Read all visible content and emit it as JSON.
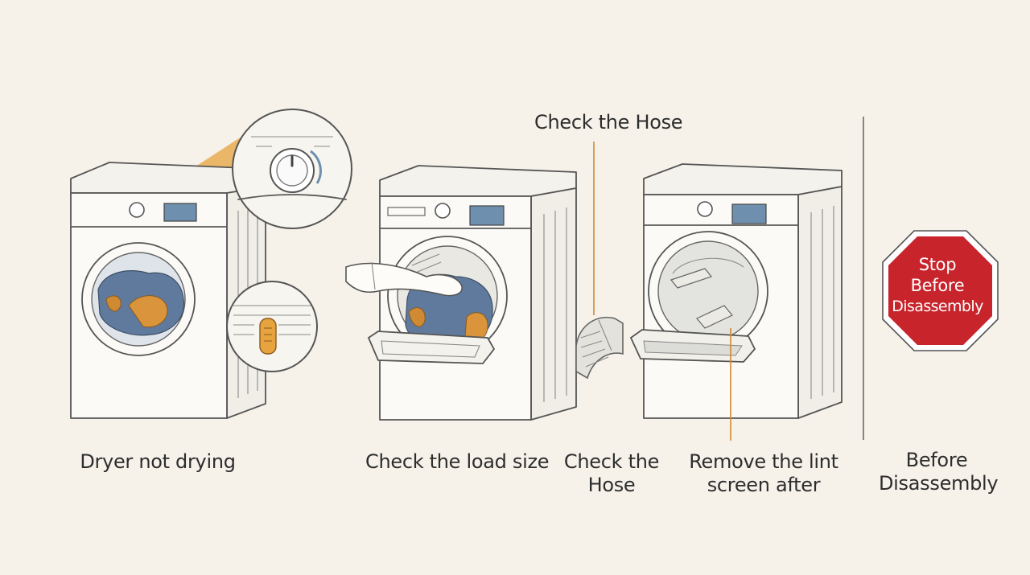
{
  "colors": {
    "background": "#f6f2ea",
    "accent_orange": "#e6a33e",
    "callout_line": "#d08a2c",
    "display_blue": "#6f8faf",
    "clothes_blue": "#5f7a9c",
    "stop_red": "#c8242c",
    "ink": "#2d2d2d"
  },
  "labels": {
    "panel1": "Dryer not drying",
    "panel2": "Check the load size",
    "panel3_line1": "Check the",
    "panel3_line2": "Hose",
    "panel4_line1": "Remove the lint",
    "panel4_line2": "screen after",
    "panel5_line1": "Before",
    "panel5_line2": "Disassembly",
    "hose_callout": "Check the Hose"
  },
  "stop_sign": {
    "line1": "Stop",
    "line2": "Before",
    "line3": "Disassembly"
  }
}
